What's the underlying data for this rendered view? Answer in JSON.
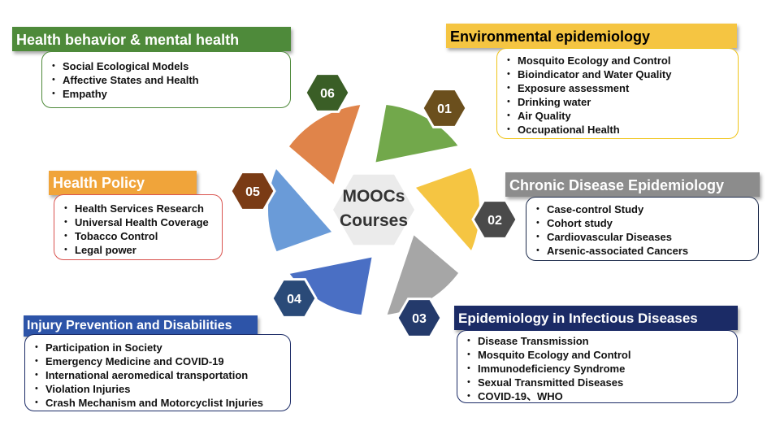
{
  "center": {
    "line1": "MOOCs",
    "line2": "Courses"
  },
  "segments": [
    {
      "number": "01",
      "color": "#F5C542",
      "hex_color": "#6B4F1D"
    },
    {
      "number": "02",
      "color": "#A6A6A6",
      "hex_color": "#4A4A4A"
    },
    {
      "number": "03",
      "color": "#4A6FC4",
      "hex_color": "#243A6B"
    },
    {
      "number": "04",
      "color": "#6A9BD8",
      "hex_color": "#2A4A78"
    },
    {
      "number": "05",
      "color": "#E0844A",
      "hex_color": "#7A3B15"
    },
    {
      "number": "06",
      "color": "#72A84B",
      "hex_color": "#3A5E26"
    }
  ],
  "topics": {
    "environmental": {
      "title": "Environmental epidemiology",
      "title_bg": "#F5C542",
      "title_color": "#000000",
      "border": "#F0C419",
      "items": [
        "Mosquito Ecology and Control",
        "Bioindicator and Water Quality",
        "Exposure assessment",
        "Drinking water",
        "Air Quality",
        "Occupational Health"
      ]
    },
    "chronic": {
      "title": "Chronic Disease Epidemiology",
      "title_bg": "#8C8C8C",
      "title_color": "#FFFFFF",
      "border": "#1F2D4D",
      "items": [
        "Case-control Study",
        "Cohort study",
        "Cardiovascular Diseases",
        "Arsenic-associated Cancers"
      ]
    },
    "infectious": {
      "title": "Epidemiology in Infectious Diseases",
      "title_bg": "#1B2B66",
      "title_color": "#FFFFFF",
      "border": "#1B2B66",
      "items": [
        "Disease Transmission",
        "Mosquito Ecology and Control",
        "Immunodeficiency Syndrome",
        "Sexual Transmitted Diseases",
        "COVID-19、WHO"
      ]
    },
    "injury": {
      "title": "Injury Prevention and Disabilities",
      "title_bg": "#2D54A8",
      "title_color": "#FFFFFF",
      "border": "#1B2B66",
      "items": [
        "Participation in Society",
        "Emergency Medicine and COVID-19",
        "International aeromedical transportation",
        "Violation Injuries",
        "Crash Mechanism and Motorcyclist Injuries"
      ]
    },
    "policy": {
      "title": "Health Policy",
      "title_bg": "#F0A43A",
      "title_color": "#FFFFFF",
      "border": "#D9534F",
      "items": [
        "Health Services Research",
        "Universal Health Coverage",
        "Tobacco Control",
        "Legal power"
      ]
    },
    "behavior": {
      "title": "Health behavior & mental health",
      "title_bg": "#4E8A3A",
      "title_color": "#FFFFFF",
      "border": "#4E8A3A",
      "items": [
        "Social Ecological Models",
        "Affective States and Health",
        "Empathy"
      ]
    }
  }
}
